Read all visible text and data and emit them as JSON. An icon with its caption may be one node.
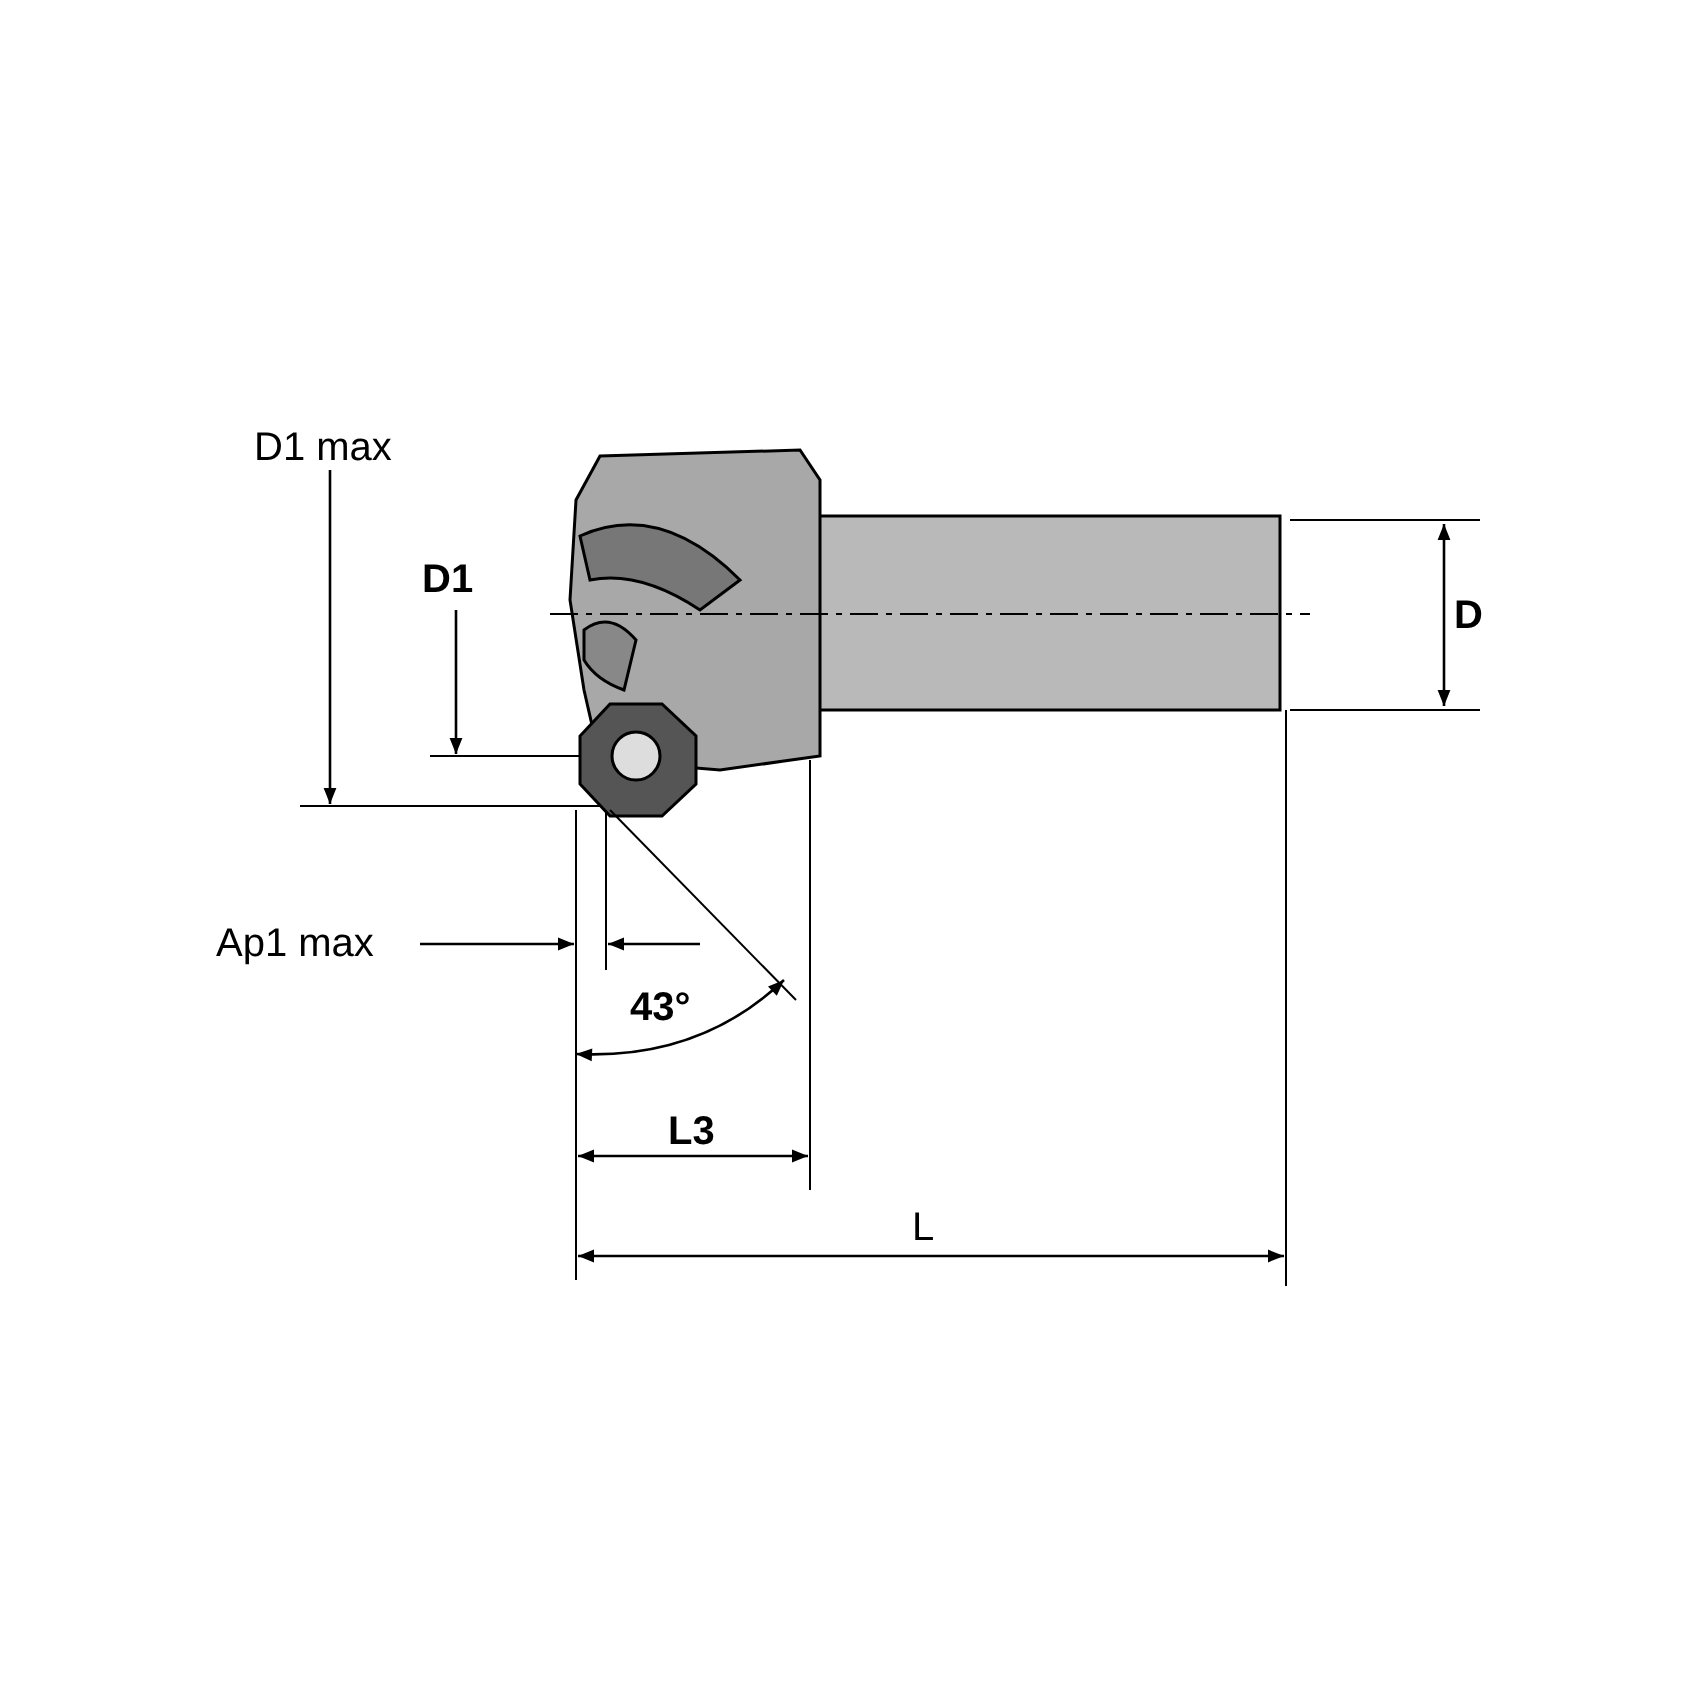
{
  "diagram": {
    "labels": [
      "D1 max",
      "D1",
      "D",
      "Ap1 max",
      "43°",
      "L3",
      "L"
    ]
  }
}
